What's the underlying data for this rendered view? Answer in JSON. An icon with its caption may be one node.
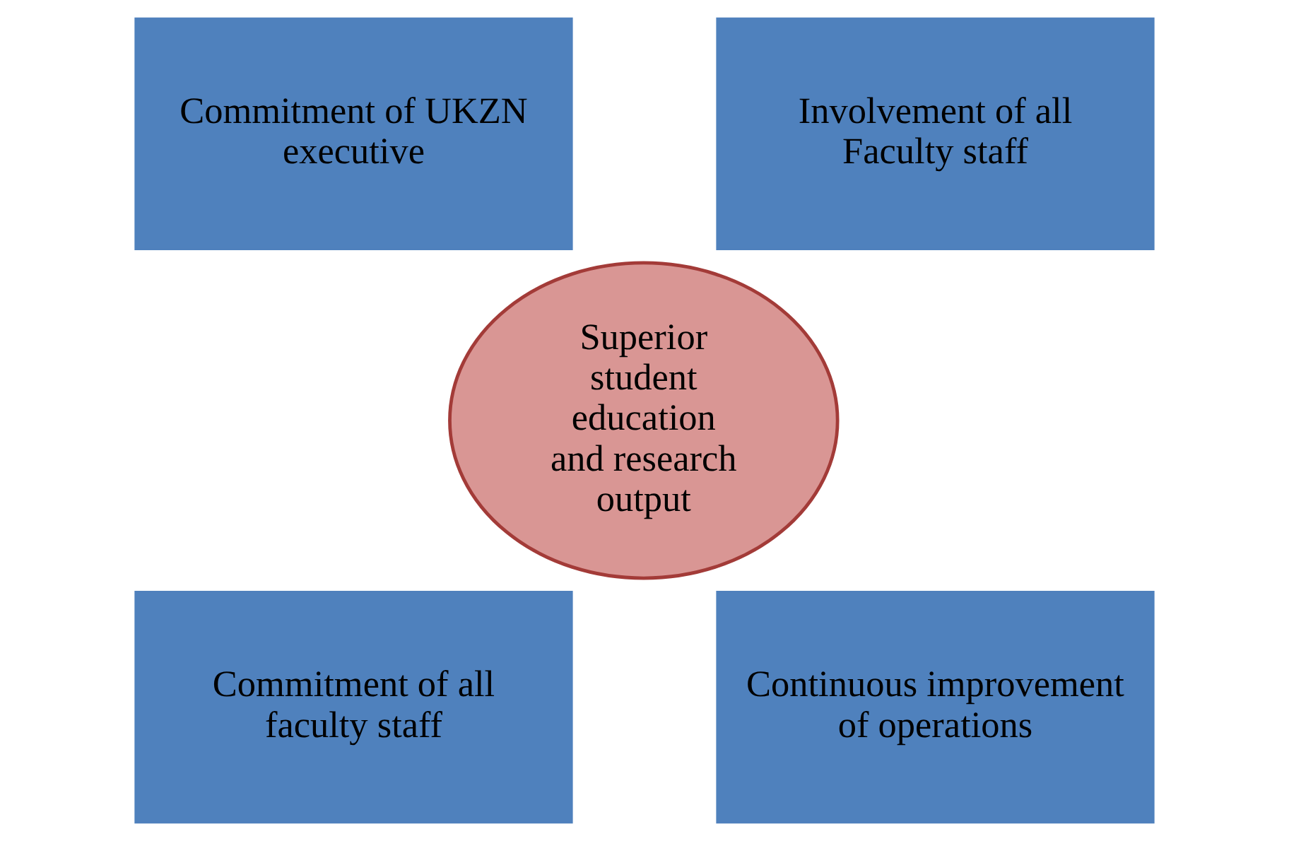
{
  "diagram": {
    "nodes": [
      {
        "text": [
          "Commitment of UKZN executive"
        ]
      },
      {
        "text": [
          "Involvement of all Faculty staff"
        ]
      },
      {
        "text": [
          "Superior student education and research output"
        ]
      },
      {
        "text": [
          "Commitment of all faculty staff"
        ]
      },
      {
        "text": [
          "Continuous improvement of operations"
        ]
      }
    ],
    "edges": []
  }
}
